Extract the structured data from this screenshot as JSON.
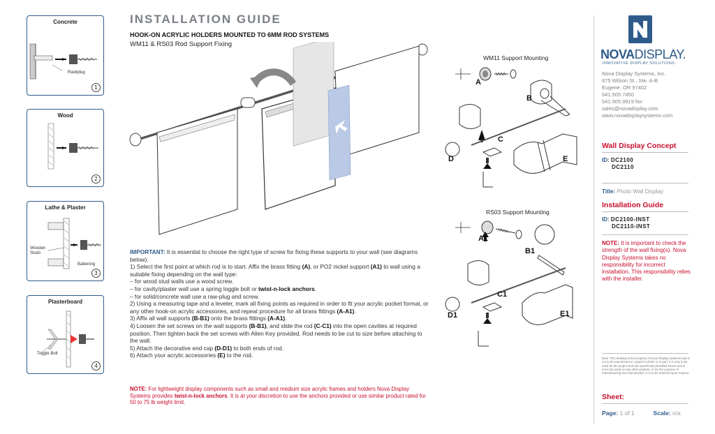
{
  "wall_types": [
    {
      "title": "Concrete",
      "number": "1",
      "labels": [
        "Rawlplug"
      ]
    },
    {
      "title": "Wood",
      "number": "2",
      "labels": []
    },
    {
      "title": "Lathe & Plaster",
      "number": "3",
      "labels": [
        "Wooden",
        "Studs",
        "Battening"
      ]
    },
    {
      "title": "Plasterboard",
      "number": "4",
      "labels": [
        "Toggle Bolt"
      ]
    }
  ],
  "header": {
    "title": "INSTALLATION GUIDE",
    "subtitle": "HOOK-ON ACRYLIC HOLDERS MOUNTED TO 6MM ROD SYSTEMS",
    "subtitle2": "WM11 & RS03 Rod Support Fixing"
  },
  "diagrams": {
    "wm11": {
      "label": "WM11 Support Mounting",
      "parts": [
        "A",
        "B",
        "C",
        "D",
        "E"
      ]
    },
    "rs03": {
      "label": "RS03 Support Mounting",
      "parts": [
        "A1",
        "B1",
        "C1",
        "D1",
        "E1"
      ]
    }
  },
  "instructions": {
    "important_label": "IMPORTANT:",
    "important_text": " It is essential to choose the right type of screw for fixing these supports to your wall (see diagrams below).",
    "step1_a": "1) Select the first point at which rod is to start. Affix the brass fitting ",
    "step1_a_bold": "(A)",
    "step1_b": ", or PO2 nickel support ",
    "step1_b_bold": "(A1)",
    "step1_c": " to wall using a suitable fixing depending on the wall type:",
    "bullet1": "– for wood stud walls use a wood screw.",
    "bullet2_a": "– for cavity/plaster wall use a spring toggle bolt or ",
    "bullet2_bold": "twist-n-lock anchors",
    "bullet2_b": ".",
    "bullet3": "– for solid/concrete wall use a raw-plug and screw.",
    "step2_a": "2) Using a measuring tape and a leveler, mark all fixing points as required in order to fit your acrylic pocket format, or any other hook-on acrylic accessories, and repeat procedure for all brass fittings ",
    "step2_bold": "(A-A1)",
    "step2_b": ".",
    "step3_a": "3) Affix all wall supports ",
    "step3_bold1": "(B-B1)",
    "step3_b": " onto the brass fittings ",
    "step3_bold2": "(A-A1)",
    "step3_c": ".",
    "step4_a": "4) Loosen the set screws on the wall supports ",
    "step4_bold1": "(B-B1)",
    "step4_b": ", and slide the rod ",
    "step4_bold2": "(C-C1)",
    "step4_c": " into the open cavities at required position. Then tighten back the set screws with Allen Key provided. Rod needs to be cut to size before attaching to the wall.",
    "step5_a": "5) Attach the decorative end cap ",
    "step5_bold": "(D-D1)",
    "step5_b": " to both ends of rod.",
    "step6_a": "6) Attach your acrylic accessories ",
    "step6_bold": "(E)",
    "step6_b": " to the rod."
  },
  "footnote": {
    "label": "NOTE:",
    "text_a": " For lightweight display components such as small and medium size acrylic frames and holders Nova Display Systems provides ",
    "bold": "twist-n-lock anchors",
    "text_b": ". It is at your discretion to use the anchors provided or use similar product rated for 50 to 75 lb weight limit."
  },
  "brand": {
    "name_bold": "NOVA",
    "name_light": "DISPLAY.",
    "tagline": "INNOVATIVE DISPLAY SOLUTIONS",
    "color": "#2e5b8a"
  },
  "contact": [
    "Nova Display Systems, Inc.",
    "875 Wilson St., Ste. A-B",
    "Eugene, OR 97402",
    "541.505.7450",
    "541.505.9919 fax",
    "sales@novadisplay.com",
    "www.novadisplaysystems.com"
  ],
  "concept": {
    "heading": "Wall Display Concept",
    "id_label": "ID:",
    "ids": [
      "DC2100",
      "DC2110"
    ],
    "title_label": "Title:",
    "title_value": " Photo Wall Display"
  },
  "guide": {
    "heading": "Installation Guide",
    "id_label": "ID:",
    "ids": [
      "DC2100-INST",
      "DC2110-INST"
    ]
  },
  "right_note": {
    "label": "NOTE:",
    "text": " It is important to check the strength of the wall fixing(s). Nova Display Systems takes no responsibility for incorrect installation. This responsibility relies with the installer."
  },
  "legal": "Note: This drawing is the property of Nova Display Systems and is not to be reproduced or copied in whole or in part. It is only to be used for the project and site specifically identified herein and is not to be used on any other projects, or for the purpose of manufacturing and reproduction. It is to be returned upon request.",
  "sheet": {
    "heading": "Sheet:",
    "page_label": "Page:",
    "page_value": " 1 of 1",
    "scale_label": "Scale:",
    "scale_value": " n/a"
  }
}
